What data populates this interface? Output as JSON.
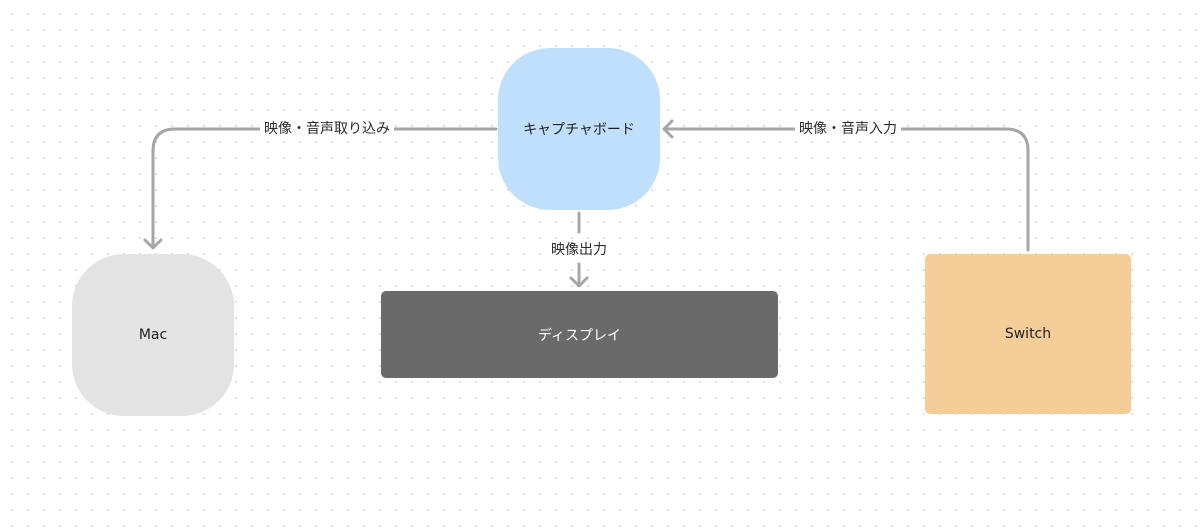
{
  "nodes": {
    "capture_board": "キャプチャボード",
    "mac": "Mac",
    "display": "ディスプレイ",
    "switch": "Switch"
  },
  "edges": {
    "capture_to_mac": "映像・音声取り込み",
    "switch_to_capture": "映像・音声入力",
    "capture_to_display": "映像出力"
  },
  "colors": {
    "capture_board": "#bfdffd",
    "mac": "#e3e3e3",
    "display": "#6a6a6a",
    "switch": "#f5cd98",
    "connector": "#a6a6a6"
  }
}
